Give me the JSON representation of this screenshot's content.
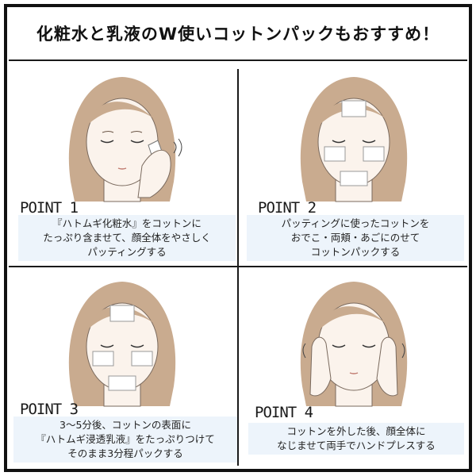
{
  "title": "化粧水と乳液のW使いコットンパックもおすすめ！",
  "panels": [
    {
      "point": "POINT 1",
      "lines": [
        "『ハトムギ化粧水』をコットンに",
        "たっぷり含ませて、顔全体をやさしく",
        "パッティングする"
      ]
    },
    {
      "point": "POINT 2",
      "lines": [
        "パッティングに使ったコットンを",
        "おでこ・両頬・あごにのせて",
        "コットンパックする"
      ]
    },
    {
      "point": "POINT 3",
      "lines": [
        "3～5分後、コットンの表面に",
        "『ハトムギ浸透乳液』をたっぷりつけて",
        "そのまま3分程パックする"
      ]
    },
    {
      "point": "POINT 4",
      "lines": [
        "コットンを外した後、顔全体に",
        "なじませて両手でハンドプレスする"
      ]
    }
  ],
  "colors": {
    "hair": "#c9ab8f",
    "skin": "#fbf3ec",
    "caption_bg": "#edf4fb",
    "border": "#111111"
  },
  "icons": [
    "woman-face-illustration",
    "cotton-pad-icon",
    "hand-icon"
  ]
}
